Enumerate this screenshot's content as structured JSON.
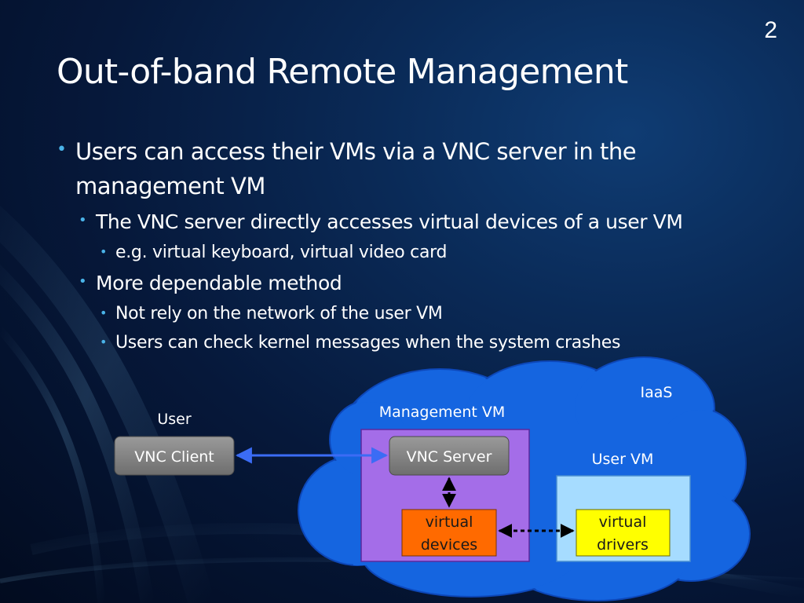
{
  "slide": {
    "number": "2",
    "title": "Out-of-band Remote Management",
    "bullets": {
      "b1_line1": "Users can access their VMs via a VNC server in the",
      "b1_line2": "management VM",
      "b1a": "The VNC server directly accesses virtual devices of a user VM",
      "b1a_i": "e.g. virtual keyboard, virtual video card",
      "b1b": "More dependable method",
      "b1b_i": "Not rely on the network of the user VM",
      "b1b_ii": "Users can check kernel messages when the system crashes"
    }
  },
  "diagram": {
    "cloud_label": "IaaS",
    "user_label": "User",
    "vnc_client": "VNC Client",
    "management_vm_label": "Management VM",
    "vnc_server": "VNC Server",
    "virtual_devices_line1": "virtual",
    "virtual_devices_line2": "devices",
    "user_vm_label": "User VM",
    "virtual_drivers_line1": "virtual",
    "virtual_drivers_line2": "drivers"
  },
  "colors": {
    "cloud": "#1565e0",
    "management_vm": "#a46de8",
    "user_vm": "#a6dcff",
    "vnc_box": "#7a7a7a",
    "virtual_devices": "#ff6a00",
    "virtual_drivers": "#ffff00",
    "connector_blue": "#3b6cf5",
    "bullet_accent": "#4ab3e8"
  }
}
